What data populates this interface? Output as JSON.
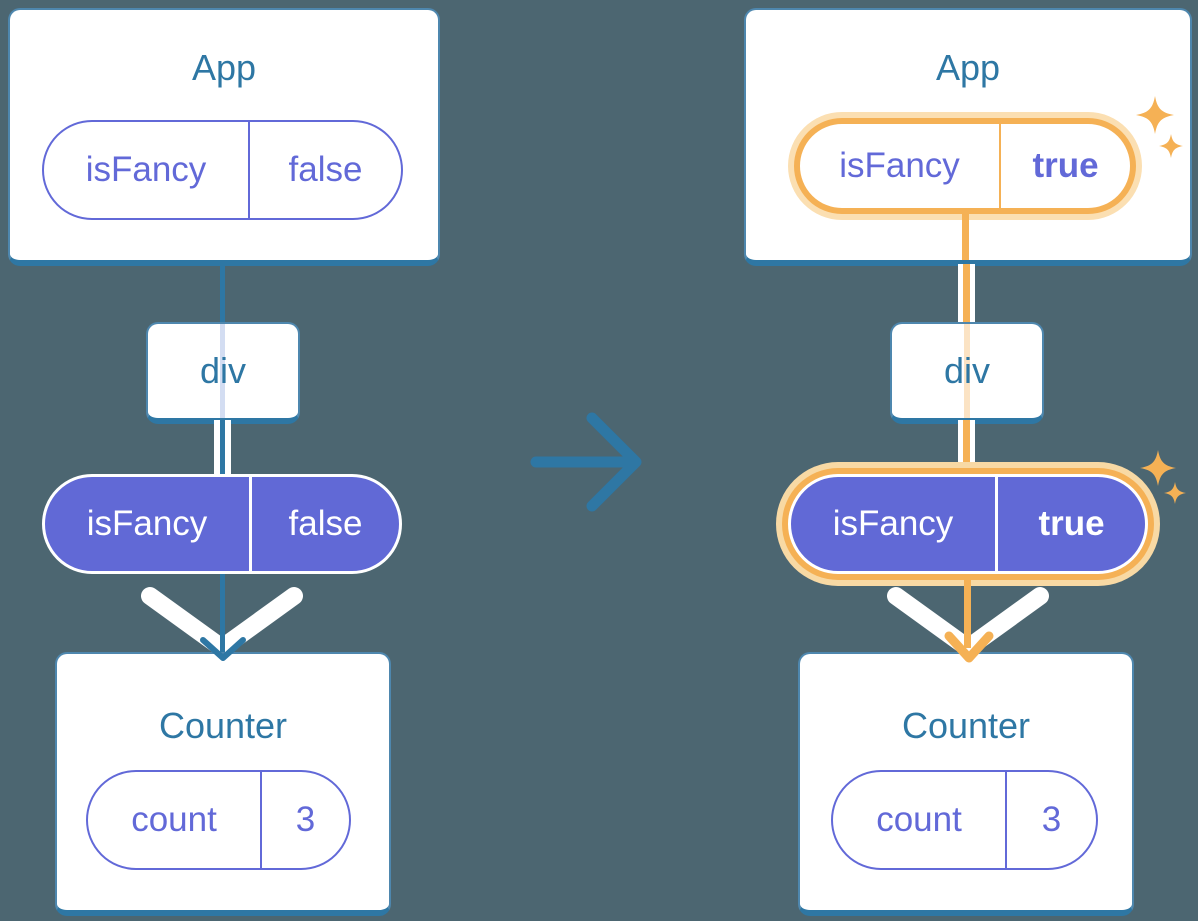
{
  "diagram": {
    "description_icons": {
      "transition": "right-arrow-icon",
      "highlight": "sparkle-icon",
      "prop_flow": "chevron-down-arrow-icon"
    },
    "colors": {
      "background": "#4C6671",
      "steel_blue": "#2E77A4",
      "purple_outline": "#6269D8",
      "purple_fill": "#6169D6",
      "orange_highlight": "#F5B155",
      "orange_glow": "#FBDFB2",
      "lavender_trace": "#D3DDF2",
      "cream_trace": "#FBE3C4",
      "white": "#FFFFFF"
    }
  },
  "trees": {
    "before": {
      "app": {
        "title": "App",
        "pill": {
          "key": "isFancy",
          "value": "false"
        }
      },
      "div": {
        "label": "div"
      },
      "prop_pill": {
        "key": "isFancy",
        "value": "false"
      },
      "counter": {
        "title": "Counter",
        "pill": {
          "key": "count",
          "value": "3"
        }
      }
    },
    "after": {
      "app": {
        "title": "App",
        "pill": {
          "key": "isFancy",
          "value": "true"
        }
      },
      "div": {
        "label": "div"
      },
      "prop_pill": {
        "key": "isFancy",
        "value": "true"
      },
      "counter": {
        "title": "Counter",
        "pill": {
          "key": "count",
          "value": "3"
        }
      }
    }
  }
}
